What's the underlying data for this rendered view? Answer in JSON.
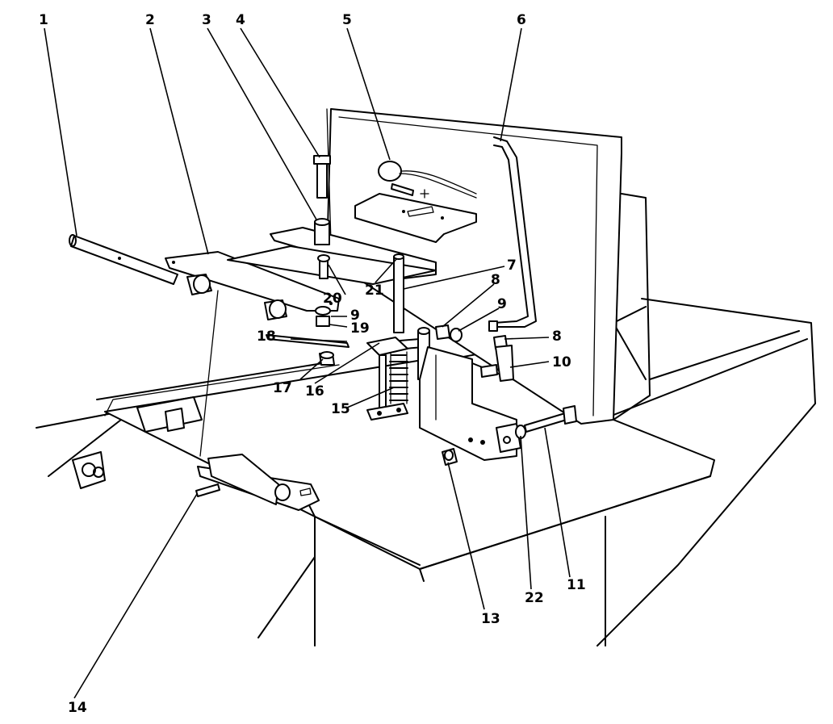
{
  "callouts": [
    {
      "num": "1"
    },
    {
      "num": "2"
    },
    {
      "num": "3"
    },
    {
      "num": "4"
    },
    {
      "num": "5"
    },
    {
      "num": "6"
    },
    {
      "num": "7"
    },
    {
      "num": "8"
    },
    {
      "num": "9"
    },
    {
      "num": "9"
    },
    {
      "num": "8"
    },
    {
      "num": "10"
    },
    {
      "num": "18"
    },
    {
      "num": "19"
    },
    {
      "num": "20"
    },
    {
      "num": "21"
    },
    {
      "num": "17"
    },
    {
      "num": "16"
    },
    {
      "num": "15"
    },
    {
      "num": "13"
    },
    {
      "num": "22"
    },
    {
      "num": "11"
    },
    {
      "num": "14"
    }
  ]
}
